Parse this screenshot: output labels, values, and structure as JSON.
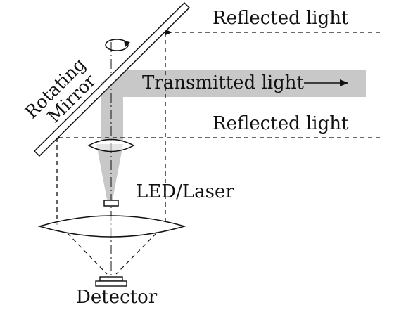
{
  "labels": {
    "reflected_top": "Reflected light",
    "transmitted": "Transmitted light",
    "reflected_bottom": "Reflected light",
    "mirror_line1": "Rotating",
    "mirror_line2": "Mirror",
    "source": "LED/Laser",
    "detector": "Detector"
  },
  "colors": {
    "beam": "#c8c8c8",
    "line": "#111111"
  }
}
